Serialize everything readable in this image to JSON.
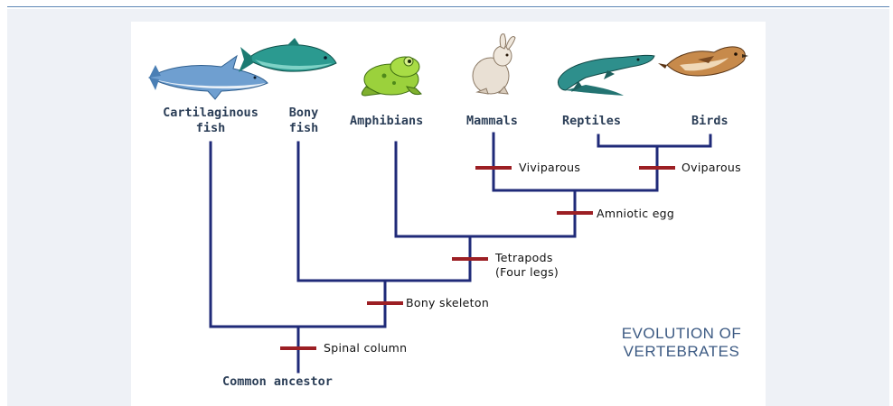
{
  "diagram": {
    "title_line1": "EVOLUTION OF",
    "title_line2": "VERTEBRATES",
    "root": "Common ancestor",
    "taxa": {
      "cartilaginous_line1": "Cartilaginous",
      "cartilaginous_line2": "fish",
      "bony_line1": "Bony",
      "bony_line2": "fish",
      "amphibians": "Amphibians",
      "mammals": "Mammals",
      "reptiles": "Reptiles",
      "birds": "Birds"
    },
    "traits": {
      "spinal_column": "Spinal column",
      "bony_skeleton": "Bony skeleton",
      "tetrapods_line1": "Tetrapods",
      "tetrapods_line2": "(Four legs)",
      "amniotic_egg": "Amniotic egg",
      "viviparous": "Viviparous",
      "oviparous": "Oviparous"
    },
    "icons": [
      "shark-icon",
      "tuna-fish-icon",
      "frog-icon",
      "rabbit-icon",
      "crocodile-icon",
      "sparrow-bird-icon"
    ],
    "colors": {
      "branch": "#1f2a78",
      "trait_marker": "#9c1f24",
      "label": "#2b3e57",
      "title": "#3c5a83",
      "panel_background": "#eef1f6",
      "top_rule": "#5d87b5"
    }
  }
}
